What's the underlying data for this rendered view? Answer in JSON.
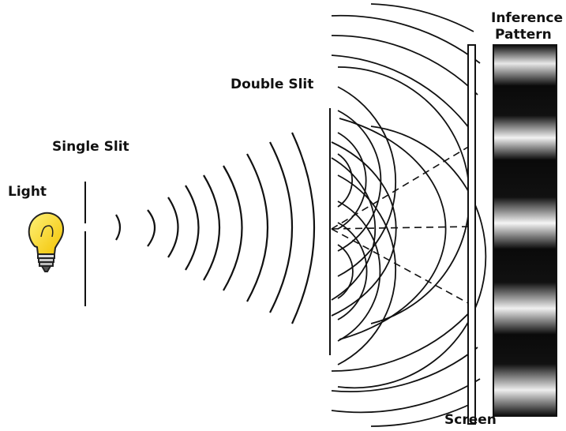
{
  "labels": {
    "light": "Light",
    "single_slit": "Single Slit",
    "double_slit": "Double Slit",
    "inference_line1": "Inference",
    "inference_line2": "Pattern",
    "screen": "Screen"
  },
  "colors": {
    "bulb": "#f5d51e",
    "bulb_outline": "#222222",
    "ink": "#111111",
    "background": "#ffffff"
  },
  "icons": [
    "light-bulb-icon"
  ]
}
